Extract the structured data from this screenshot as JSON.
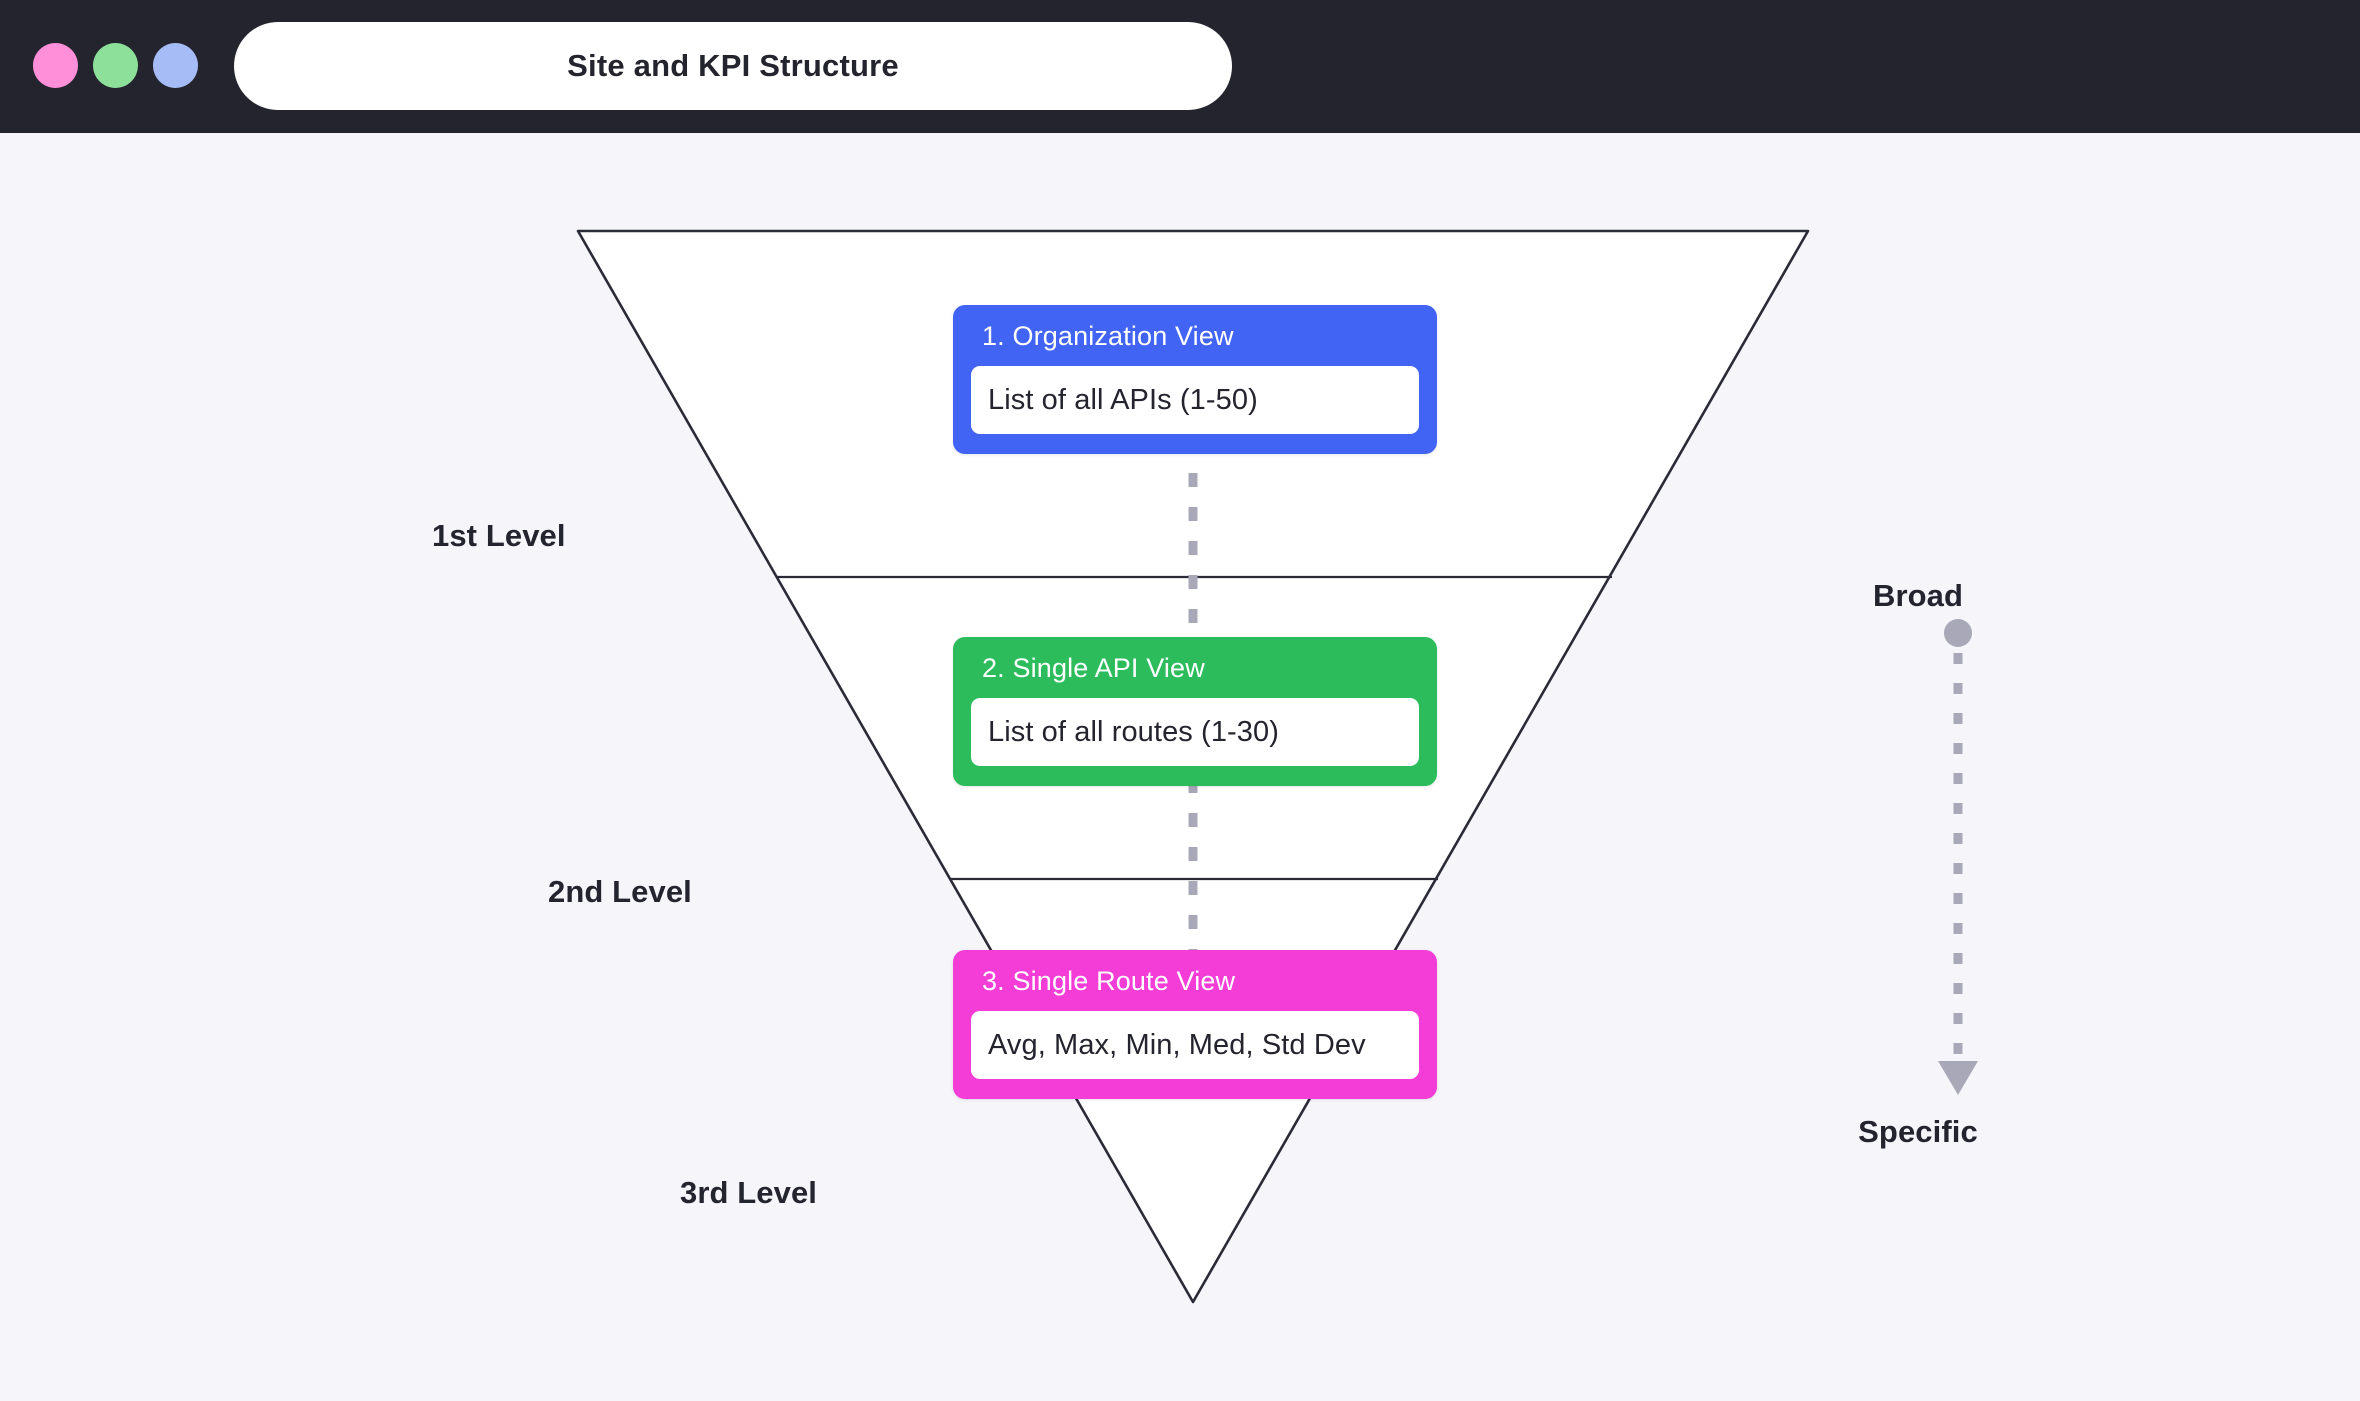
{
  "window": {
    "title": "Site and KPI Structure",
    "traffic_lights": [
      {
        "name": "close",
        "color": "#FF8FD8"
      },
      {
        "name": "minimize",
        "color": "#8CE09A"
      },
      {
        "name": "maximize",
        "color": "#A6BCF7"
      }
    ],
    "titlebar_color": "#24242F",
    "canvas_color": "#F5F5FA"
  },
  "diagram": {
    "type": "inverted-funnel",
    "outline_color": "#24242F",
    "fill_color": "#FFFFFF",
    "levels": [
      {
        "label": "1st Level"
      },
      {
        "label": "2nd Level"
      },
      {
        "label": "3rd Level"
      }
    ],
    "cards": [
      {
        "title": "1. Organization View",
        "body": "List of all APIs (1-50)",
        "color": "#4264F5"
      },
      {
        "title": "2. Single API View",
        "body": "List of all routes (1-30)",
        "color": "#2DBC5C"
      },
      {
        "title": "3. Single Route View",
        "body": "Avg, Max, Min, Med, Std Dev",
        "color": "#F43CD6"
      }
    ],
    "connector": {
      "style": "dashed",
      "color": "#A8A8B8"
    },
    "axis": {
      "top_label": "Broad",
      "bottom_label": "Specific",
      "arrow_color": "#A8A8B8",
      "direction": "down"
    }
  }
}
